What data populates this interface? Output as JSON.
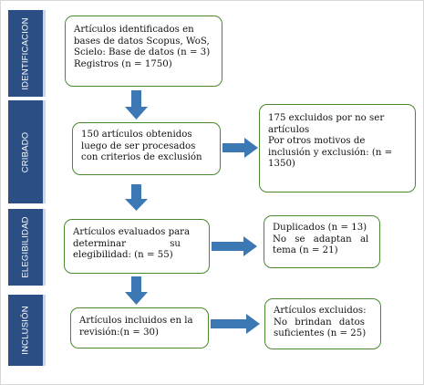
{
  "stages": {
    "identificacion": "IDENTIFICACION",
    "cribado": "CRIBADO",
    "elegibilidad": "ELEGIBILIDAD",
    "inclusion": "INCLUSIÓN"
  },
  "boxes": {
    "identified": [
      "Artículos identificados en",
      "bases de datos Scopus, WoS,",
      "Scielo: Base de datos (n = 3)",
      "Registros (n = 1750)"
    ],
    "screened": [
      "150 artículos obtenidos",
      "luego de ser procesados",
      "con criterios de exclusión"
    ],
    "excluded_screening": [
      "175 excluidos por no ser",
      "artículos",
      "Por otros motivos de",
      "inclusión y exclusión: (n =",
      "1350)"
    ],
    "eligibility": [
      "Artículos evaluados para",
      "determinar su",
      "elegibilidad: (n = 55)"
    ],
    "excluded_eligibility": [
      "Duplicados (n = 13)",
      "No se adaptan al",
      "tema (n = 21)"
    ],
    "included": [
      "Artículos incluidos en la",
      "revisión:(n = 30)"
    ],
    "excluded_inclusion": [
      "Artículos excluidos:",
      "No brindan datos",
      "suficientes (n = 25)"
    ]
  },
  "colors": {
    "stage": "#2b4f85",
    "box_border": "#4a8a2f",
    "arrow": "#3b78b4"
  }
}
